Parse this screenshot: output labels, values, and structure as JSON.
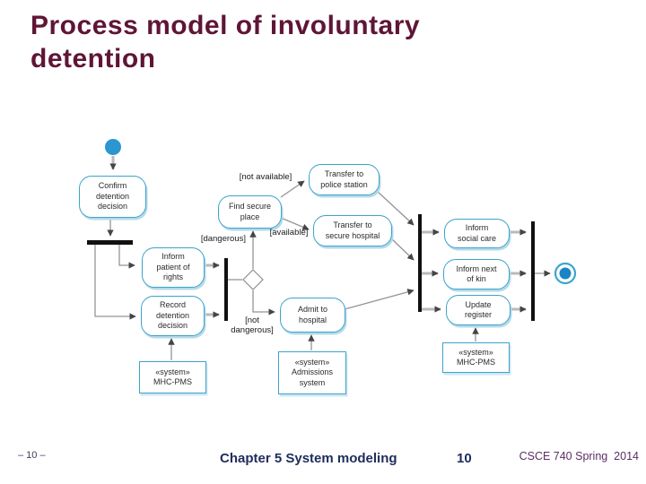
{
  "slide": {
    "title": "Process model of involuntary\ndetention"
  },
  "diagram": {
    "type": "uml-activity-diagram",
    "activities": {
      "confirm": "Confirm\ndetention\ndecision",
      "inform_patient": "Inform\npatient of\nrights",
      "record_decision": "Record\ndetention\ndecision",
      "find_secure": "Find secure\nplace",
      "transfer_police": "Transfer to\npolice station",
      "transfer_hospital": "Transfer to\nsecure hospital",
      "admit": "Admit to\nhospital",
      "inform_social": "Inform\nsocial care",
      "inform_kin": "Inform next\nof kin",
      "update_register": "Update\nregister"
    },
    "systems": {
      "mhc_pms_left": "«system»\nMHC-PMS",
      "admissions": "«system»\nAdmissions\nsystem",
      "mhc_pms_right": "«system»\nMHC-PMS"
    },
    "guards": {
      "not_available": "[not available]",
      "available": "[available]",
      "dangerous": "[dangerous]",
      "not_dangerous": "[not\ndangerous]"
    },
    "colors": {
      "node_border": "#3ba3cb",
      "node_shadow": "#b5d9e9",
      "start_node_fill": "#2b96d0",
      "end_node_fill": "#1b84c4",
      "bar_fill": "#111111",
      "connector_gray": "#949494",
      "connector_thick_gray": "#b9b9b9"
    }
  },
  "footer": {
    "page_marker": "– 10 –",
    "chapter": "Chapter 5 System modeling",
    "page_number": "10",
    "course": "CSCE 740 Spring  2014"
  }
}
